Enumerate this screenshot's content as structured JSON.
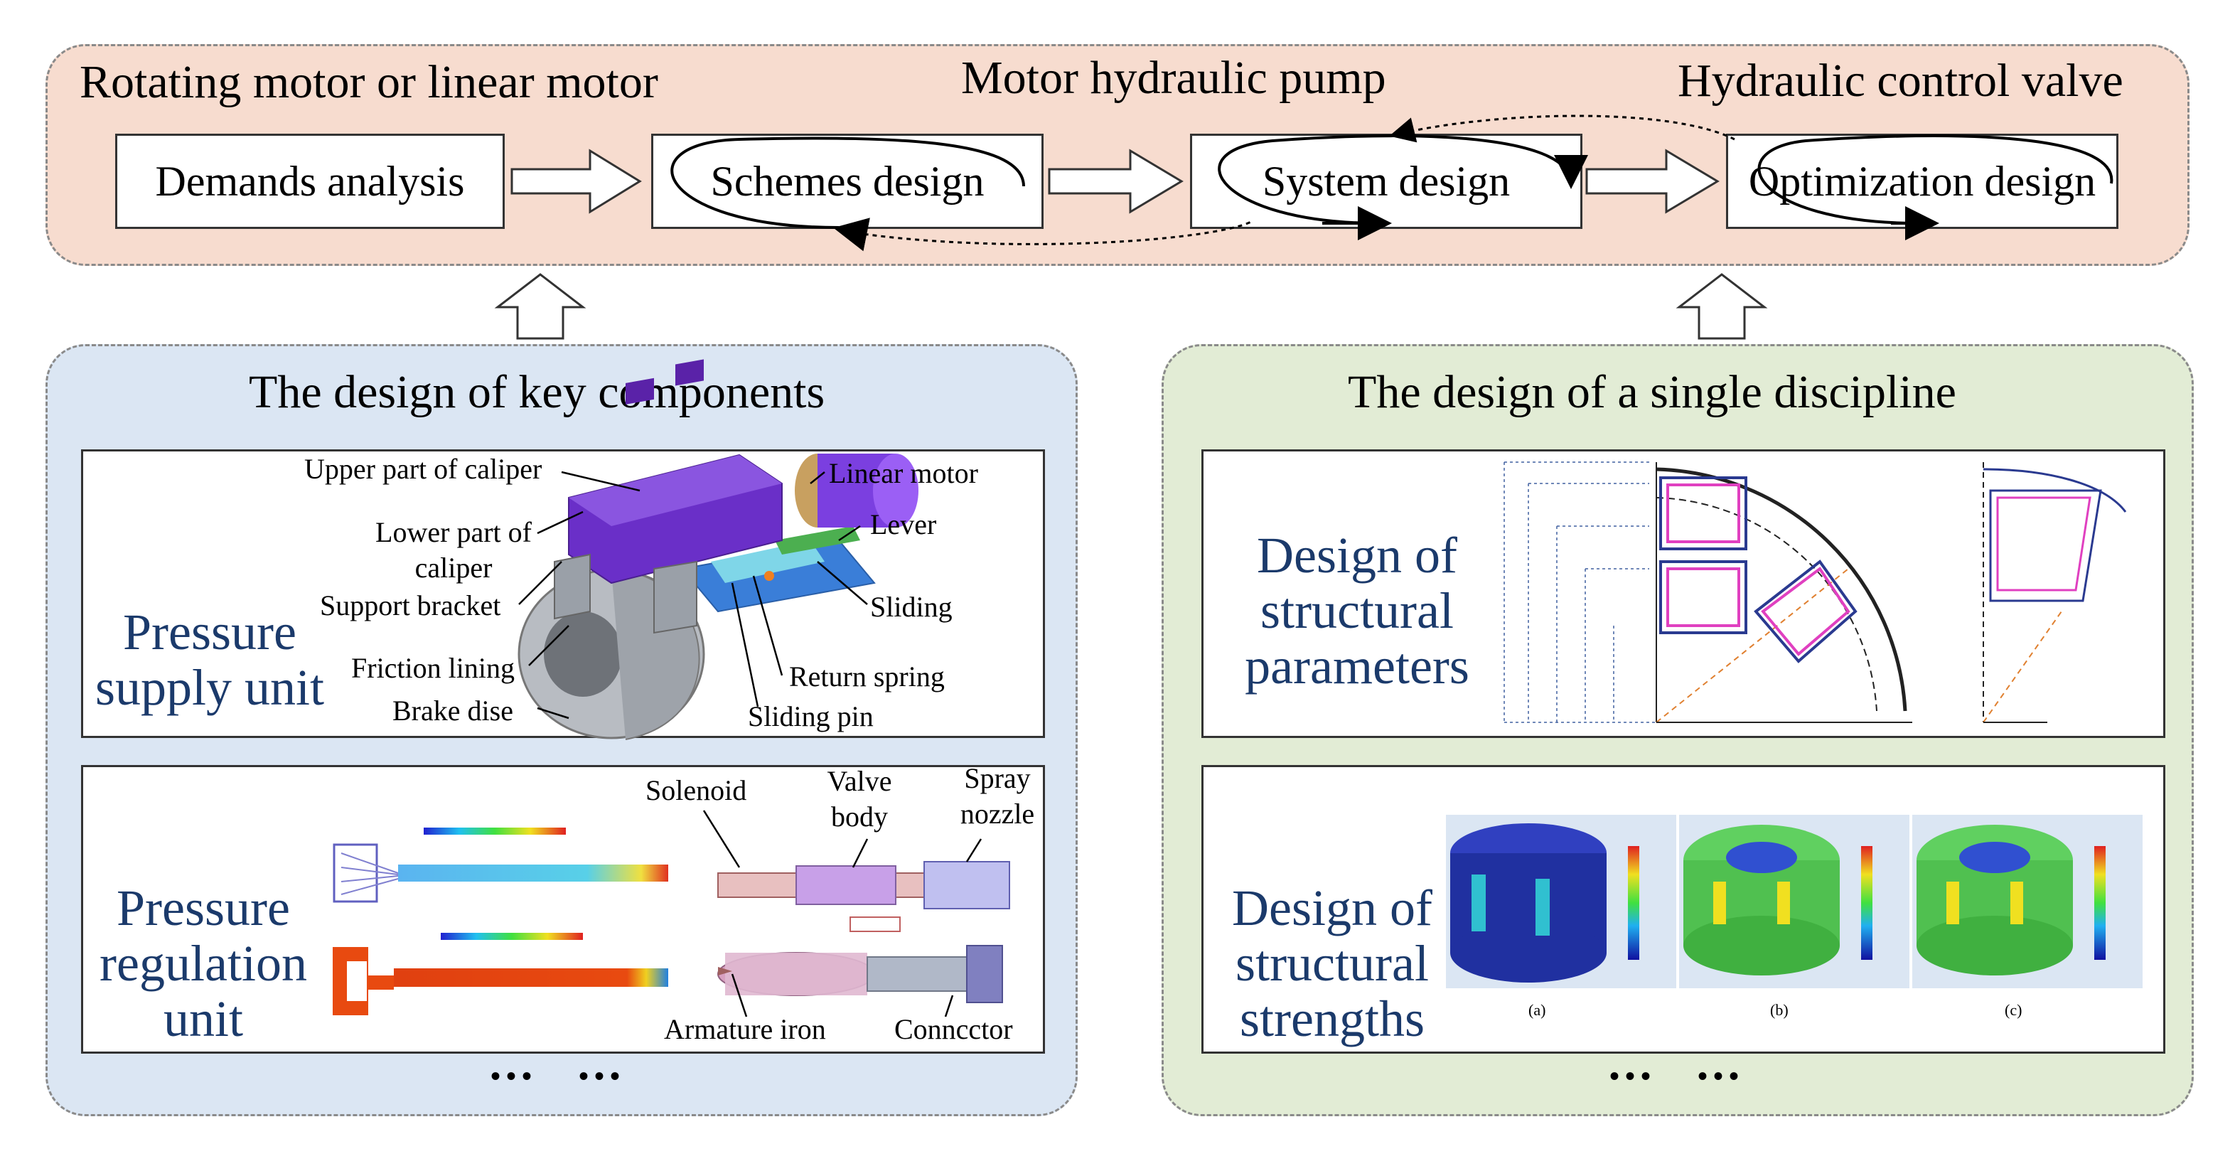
{
  "top": {
    "headings": [
      "Rotating motor or linear motor",
      "Motor hydraulic pump",
      "Hydraulic control valve"
    ],
    "steps": [
      "Demands analysis",
      "Schemes design",
      "System design",
      "Optimization design"
    ]
  },
  "left": {
    "title": "The design of key components",
    "pressure_supply": {
      "caption": "Pressure supply unit",
      "labels": {
        "upper_caliper": "Upper part of caliper",
        "lower_caliper": "Lower part of caliper",
        "support_bracket": "Support bracket",
        "friction_lining": "Friction lining",
        "brake_disc": "Brake dise",
        "linear_motor": "Linear motor",
        "lever": "Lever",
        "sliding": "Sliding",
        "return_spring": "Return spring",
        "sliding_pin": "Sliding pin"
      }
    },
    "pressure_regulation": {
      "caption": "Pressure regulation unit",
      "labels": {
        "solenoid": "Solenoid",
        "valve_body": "Valve body",
        "spray_nozzle": "Spray nozzle",
        "armature_iron": "Armature iron",
        "connector": "Conncctor"
      }
    },
    "ellipsis": "••• •••"
  },
  "right": {
    "title": "The design of a single discipline",
    "structural_parameters": {
      "caption": "Design of structural parameters"
    },
    "structural_strengths": {
      "caption": "Design of structural strengths",
      "sub_labels": [
        "(a)",
        "(b)",
        "(c)"
      ]
    },
    "ellipsis": "••• •••"
  },
  "colors": {
    "top_panel": "#f7dccf",
    "left_panel": "#dbe6f3",
    "right_panel": "#e2ecd5",
    "caption_text": "#1b3a6b"
  }
}
